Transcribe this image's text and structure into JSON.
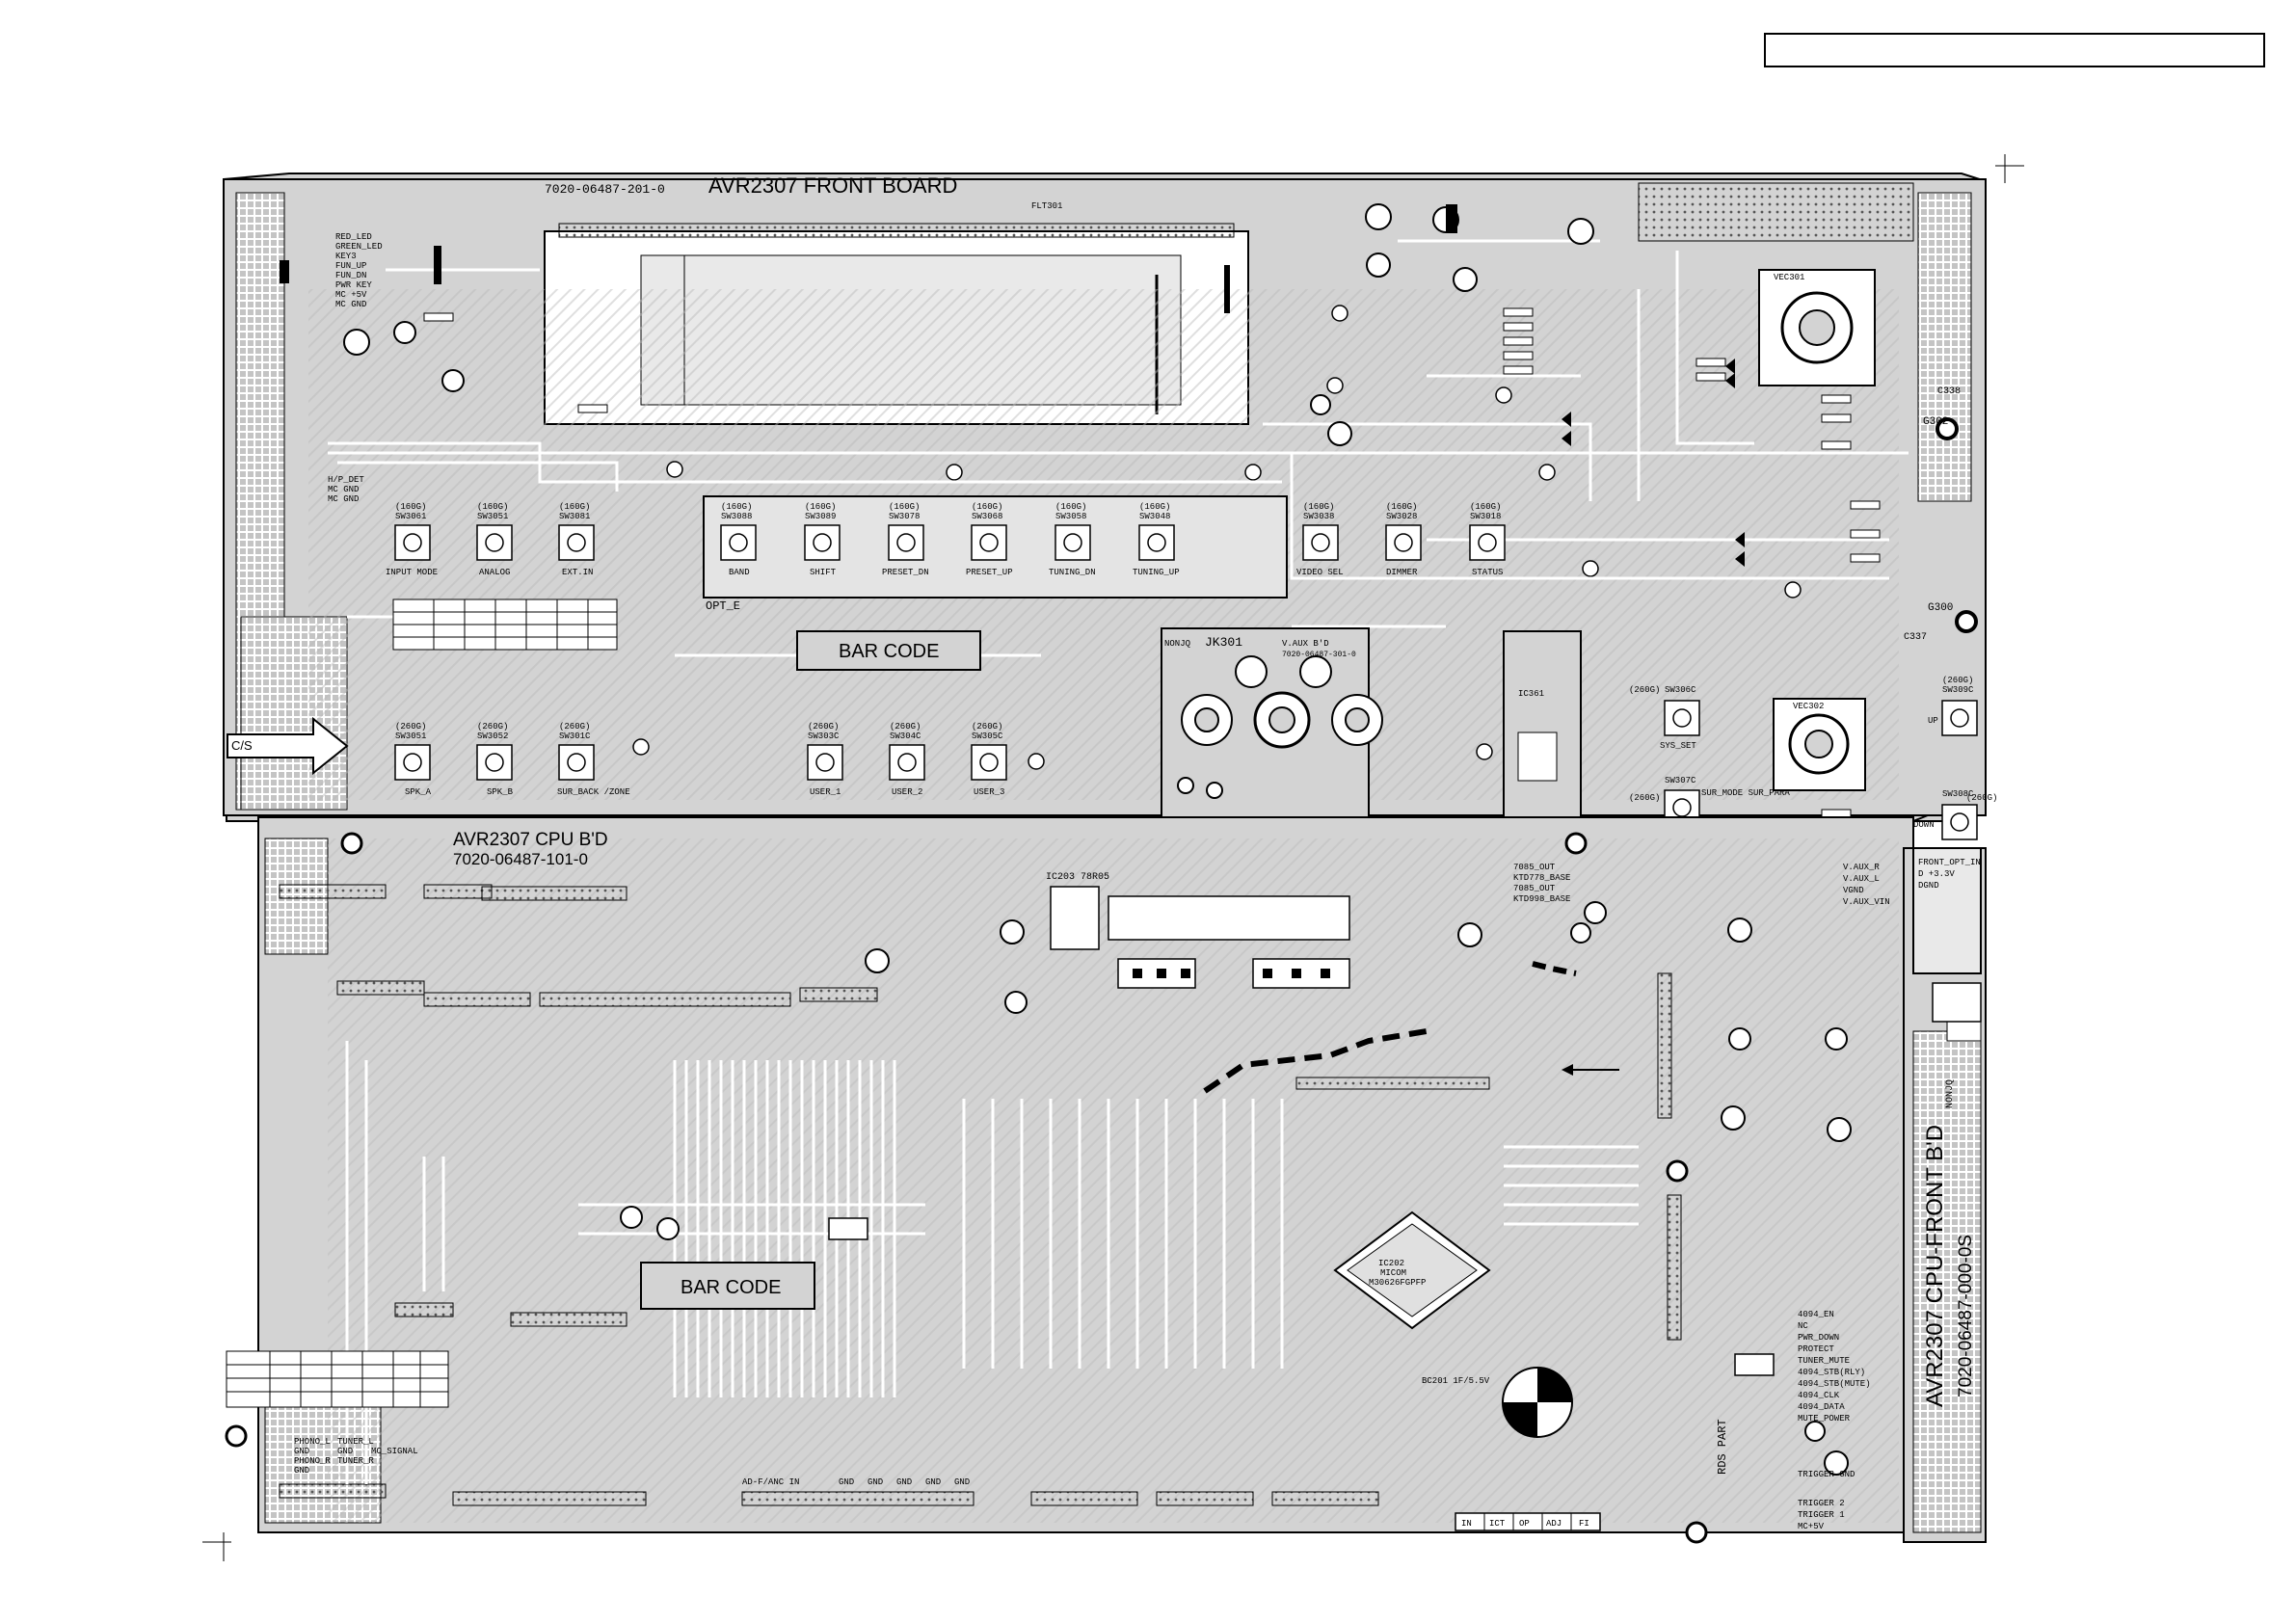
{
  "front_board": {
    "title": "AVR2307 FRONT BOARD",
    "part_number": "7020-06487-201-0",
    "fl_label": "FLT301",
    "bar_code": "BAR CODE",
    "connector_left": [
      "RED_LED",
      "GREEN_LED",
      "KEY3",
      "FUN_UP",
      "FUN_DN",
      "PWR KEY",
      "MC +5V",
      "MC GND"
    ],
    "hp_labels": [
      "H/P_DET",
      "MC GND",
      "MC GND"
    ],
    "opt_label": "OPT_E",
    "buttons_row1": [
      {
        "value": "(160G)",
        "ref": "SW3061",
        "caption": "INPUT MODE"
      },
      {
        "value": "(160G)",
        "ref": "SW3051",
        "caption": "ANALOG"
      },
      {
        "value": "(160G)",
        "ref": "SW3081",
        "caption": "EXT.IN"
      },
      {
        "value": "(160G)",
        "ref": "SW3088",
        "caption": "BAND"
      },
      {
        "value": "(160G)",
        "ref": "SW3089",
        "caption": "SHIFT"
      },
      {
        "value": "(160G)",
        "ref": "SW3078",
        "caption": "PRESET_DN"
      },
      {
        "value": "(160G)",
        "ref": "SW3068",
        "caption": "PRESET_UP"
      },
      {
        "value": "(160G)",
        "ref": "SW3058",
        "caption": "TUNING_DN"
      },
      {
        "value": "(160G)",
        "ref": "SW3048",
        "caption": "TUNING_UP"
      },
      {
        "value": "(160G)",
        "ref": "SW3038",
        "caption": "VIDEO SEL"
      },
      {
        "value": "(160G)",
        "ref": "SW3028",
        "caption": "DIMMER"
      },
      {
        "value": "(160G)",
        "ref": "SW3018",
        "caption": "STATUS"
      }
    ],
    "buttons_row2": [
      {
        "value": "(260G)",
        "ref": "SW3051",
        "caption": "SPK_A"
      },
      {
        "value": "(260G)",
        "ref": "SW3052",
        "caption": "SPK_B"
      },
      {
        "value": "(260G)",
        "ref": "SW301C",
        "caption": "SUR_BACK /ZONE"
      },
      {
        "value": "(260G)",
        "ref": "SW303C",
        "caption": "USER_1"
      },
      {
        "value": "(260G)",
        "ref": "SW304C",
        "caption": "USER_2"
      },
      {
        "value": "(260G)",
        "ref": "SW305C",
        "caption": "USER_3"
      }
    ],
    "right_buttons": [
      {
        "value": "(260G)",
        "ref": "SW306C",
        "caption": "SYS_SET"
      },
      {
        "value": "(260G)",
        "ref": "SW307C",
        "caption": "SUR_MODE SUR_PARA"
      },
      {
        "value": "(260G)",
        "ref": "SW309C",
        "caption": "UP"
      },
      {
        "value": "(260G)",
        "ref": "SW308C",
        "caption": "DOWN"
      }
    ],
    "jack_label": "JK301",
    "vaux_label": "V.AUX B'D",
    "vaux_part": "7020-06487-301-0",
    "nonjp_label": "NONJQ",
    "ic_label": "IC361",
    "vol_labels": [
      "VEC301",
      "VEC302"
    ],
    "gnd_labels": [
      "G302",
      "G300"
    ],
    "cap_labels": [
      "C338",
      "C337"
    ],
    "cs_label": "C/S"
  },
  "cpu_board": {
    "title": "AVR2307 CPU B'D",
    "part_number": "7020-06487-101-0",
    "bar_code": "BAR CODE",
    "ic_regulator": "IC203 78R05",
    "ic_mcu": [
      "IC202",
      "MICOM",
      "M30626FGPFP"
    ],
    "crystal": "BC201 1F/5.5V",
    "rds": "RDS PART",
    "table_headers": [
      "IN",
      "ICT",
      "OP",
      "ADJ",
      "FI"
    ],
    "front_opt": [
      "FRONT_OPT_IN",
      "D +3.3V",
      "DGND"
    ],
    "vaux_labels": [
      "V.AUX_R",
      "V.AUX_L",
      "VGND",
      "V.AUX_VIN"
    ],
    "labels_7085": [
      "7085_OUT",
      "KTD778_BASE",
      "7085_OUT",
      "KTD998_BASE"
    ],
    "bottom_right": [
      "4094_EN",
      "NC",
      "PWR_DOWN",
      "PROTECT",
      "TUNER_MUTE",
      "4094_STB(RLY)",
      "4094_STB(MUTE)",
      "4094_CLK",
      "4094_DATA",
      "MUTE_POWER",
      "TRIGGER GND",
      "TRIGGER 2",
      "TRIGGER 1",
      "MC+5V"
    ],
    "bottom_left": [
      "PHONO_L",
      "GND",
      "PHONO_R",
      "GND",
      "TUNER_L",
      "GND",
      "TUNER_R",
      "MC_SIGNAL"
    ],
    "bottom_mid": [
      "AD-F/ANC IN",
      "GND",
      "GND",
      "GND",
      "GND",
      "GND"
    ],
    "vertical_right": "AVR2307 CPU-FRONT B'D",
    "vertical_right_part": "7020-06487-000-0S",
    "nonjq": "NONJQ"
  }
}
